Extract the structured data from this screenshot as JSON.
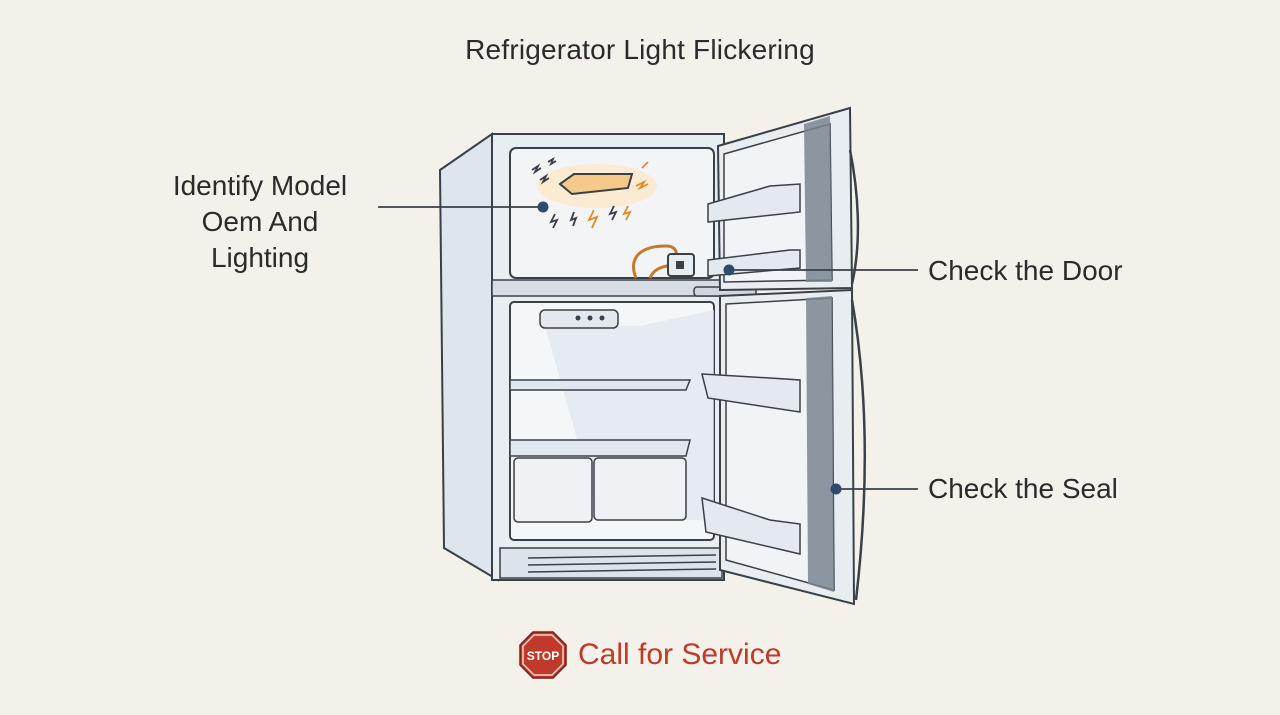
{
  "title": "Refrigerator Light Flickering",
  "callouts": {
    "left_line1": "Identify Model",
    "left_line2": "Oem And Lighting",
    "door": "Check the Door",
    "seal": "Check the Seal"
  },
  "service": {
    "stop_text": "STOP",
    "label": "Call for Service",
    "color": "#c0392b"
  },
  "icons": [
    "refrigerator-illustration",
    "light-bulb-icon",
    "spark-icon",
    "stop-sign-icon"
  ]
}
